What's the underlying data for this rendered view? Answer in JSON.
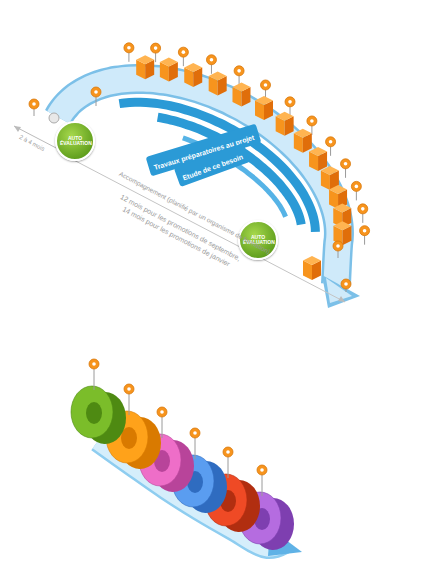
{
  "diagram": {
    "nodes": [
      {
        "text": [
          "AUTO ÉVALUATION"
        ]
      },
      {
        "text": [
          "Travaux préparatoires au projet"
        ]
      },
      {
        "text": [
          "Etude de ce besoin"
        ]
      },
      {
        "text": [
          "AUTO ÉVALUATION"
        ]
      }
    ],
    "labels": [
      "2 à 4 mois",
      "Accompagnement (planifié par un organisme de formation)",
      "12 mois pour les promotions de septembre,",
      "14 mois pour les promotions de janvier"
    ]
  }
}
